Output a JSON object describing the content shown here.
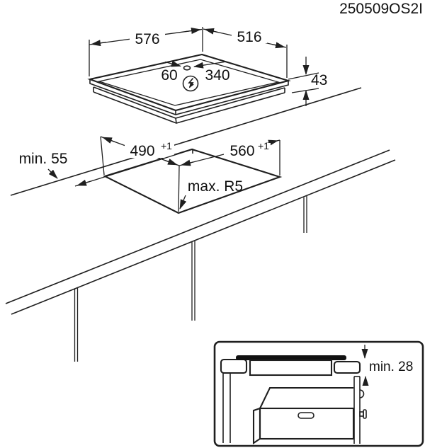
{
  "title_code": "250509OS2I",
  "hob_view": {
    "width": "576",
    "depth": "516",
    "height": "43",
    "cable_offset_left": "60",
    "cable_offset_right": "340",
    "power_icon": "lightning-bolt-in-circle"
  },
  "cutout_view": {
    "depth_value": "490",
    "depth_tolerance": "+1",
    "width_value": "560",
    "width_tolerance": "+1",
    "corner_radius_label": "max. R5",
    "back_clearance_label": "min. 55"
  },
  "section_view": {
    "worktop_thickness_label": "min. 28"
  },
  "colors": {
    "line": "#1f1f1f",
    "background": "#ffffff",
    "glass_fill": "#111111"
  }
}
